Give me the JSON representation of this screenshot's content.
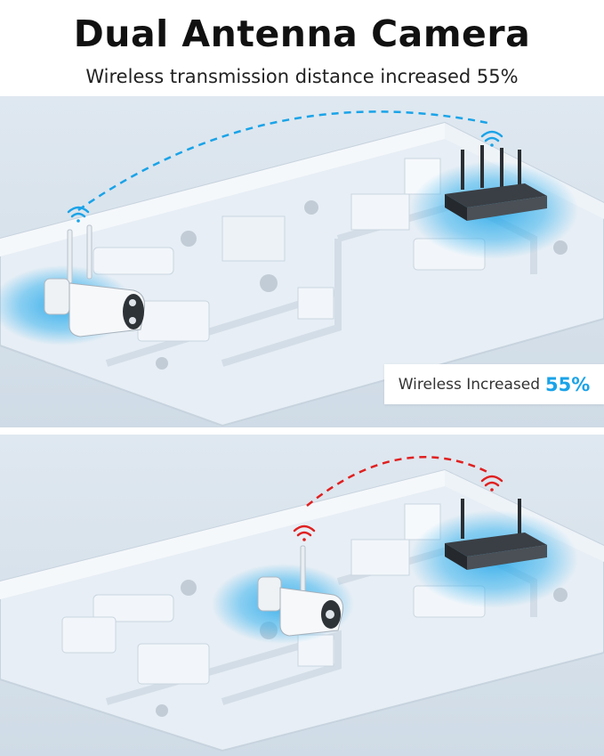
{
  "header": {
    "title": "Dual Antenna Camera",
    "subtitle": "Wireless transmission distance increased 55%"
  },
  "badge": {
    "label": "Wireless Increased",
    "value": "55%"
  },
  "colors": {
    "signal_good": "#1aa3e8",
    "signal_weak": "#e02020",
    "floor": "#e4ecf3",
    "wall": "#f3f7fb"
  },
  "icons": {
    "top_camera_wifi": "wifi-icon",
    "top_router_wifi": "wifi-icon",
    "bottom_camera_wifi": "wifi-icon",
    "bottom_router_wifi": "wifi-icon"
  }
}
